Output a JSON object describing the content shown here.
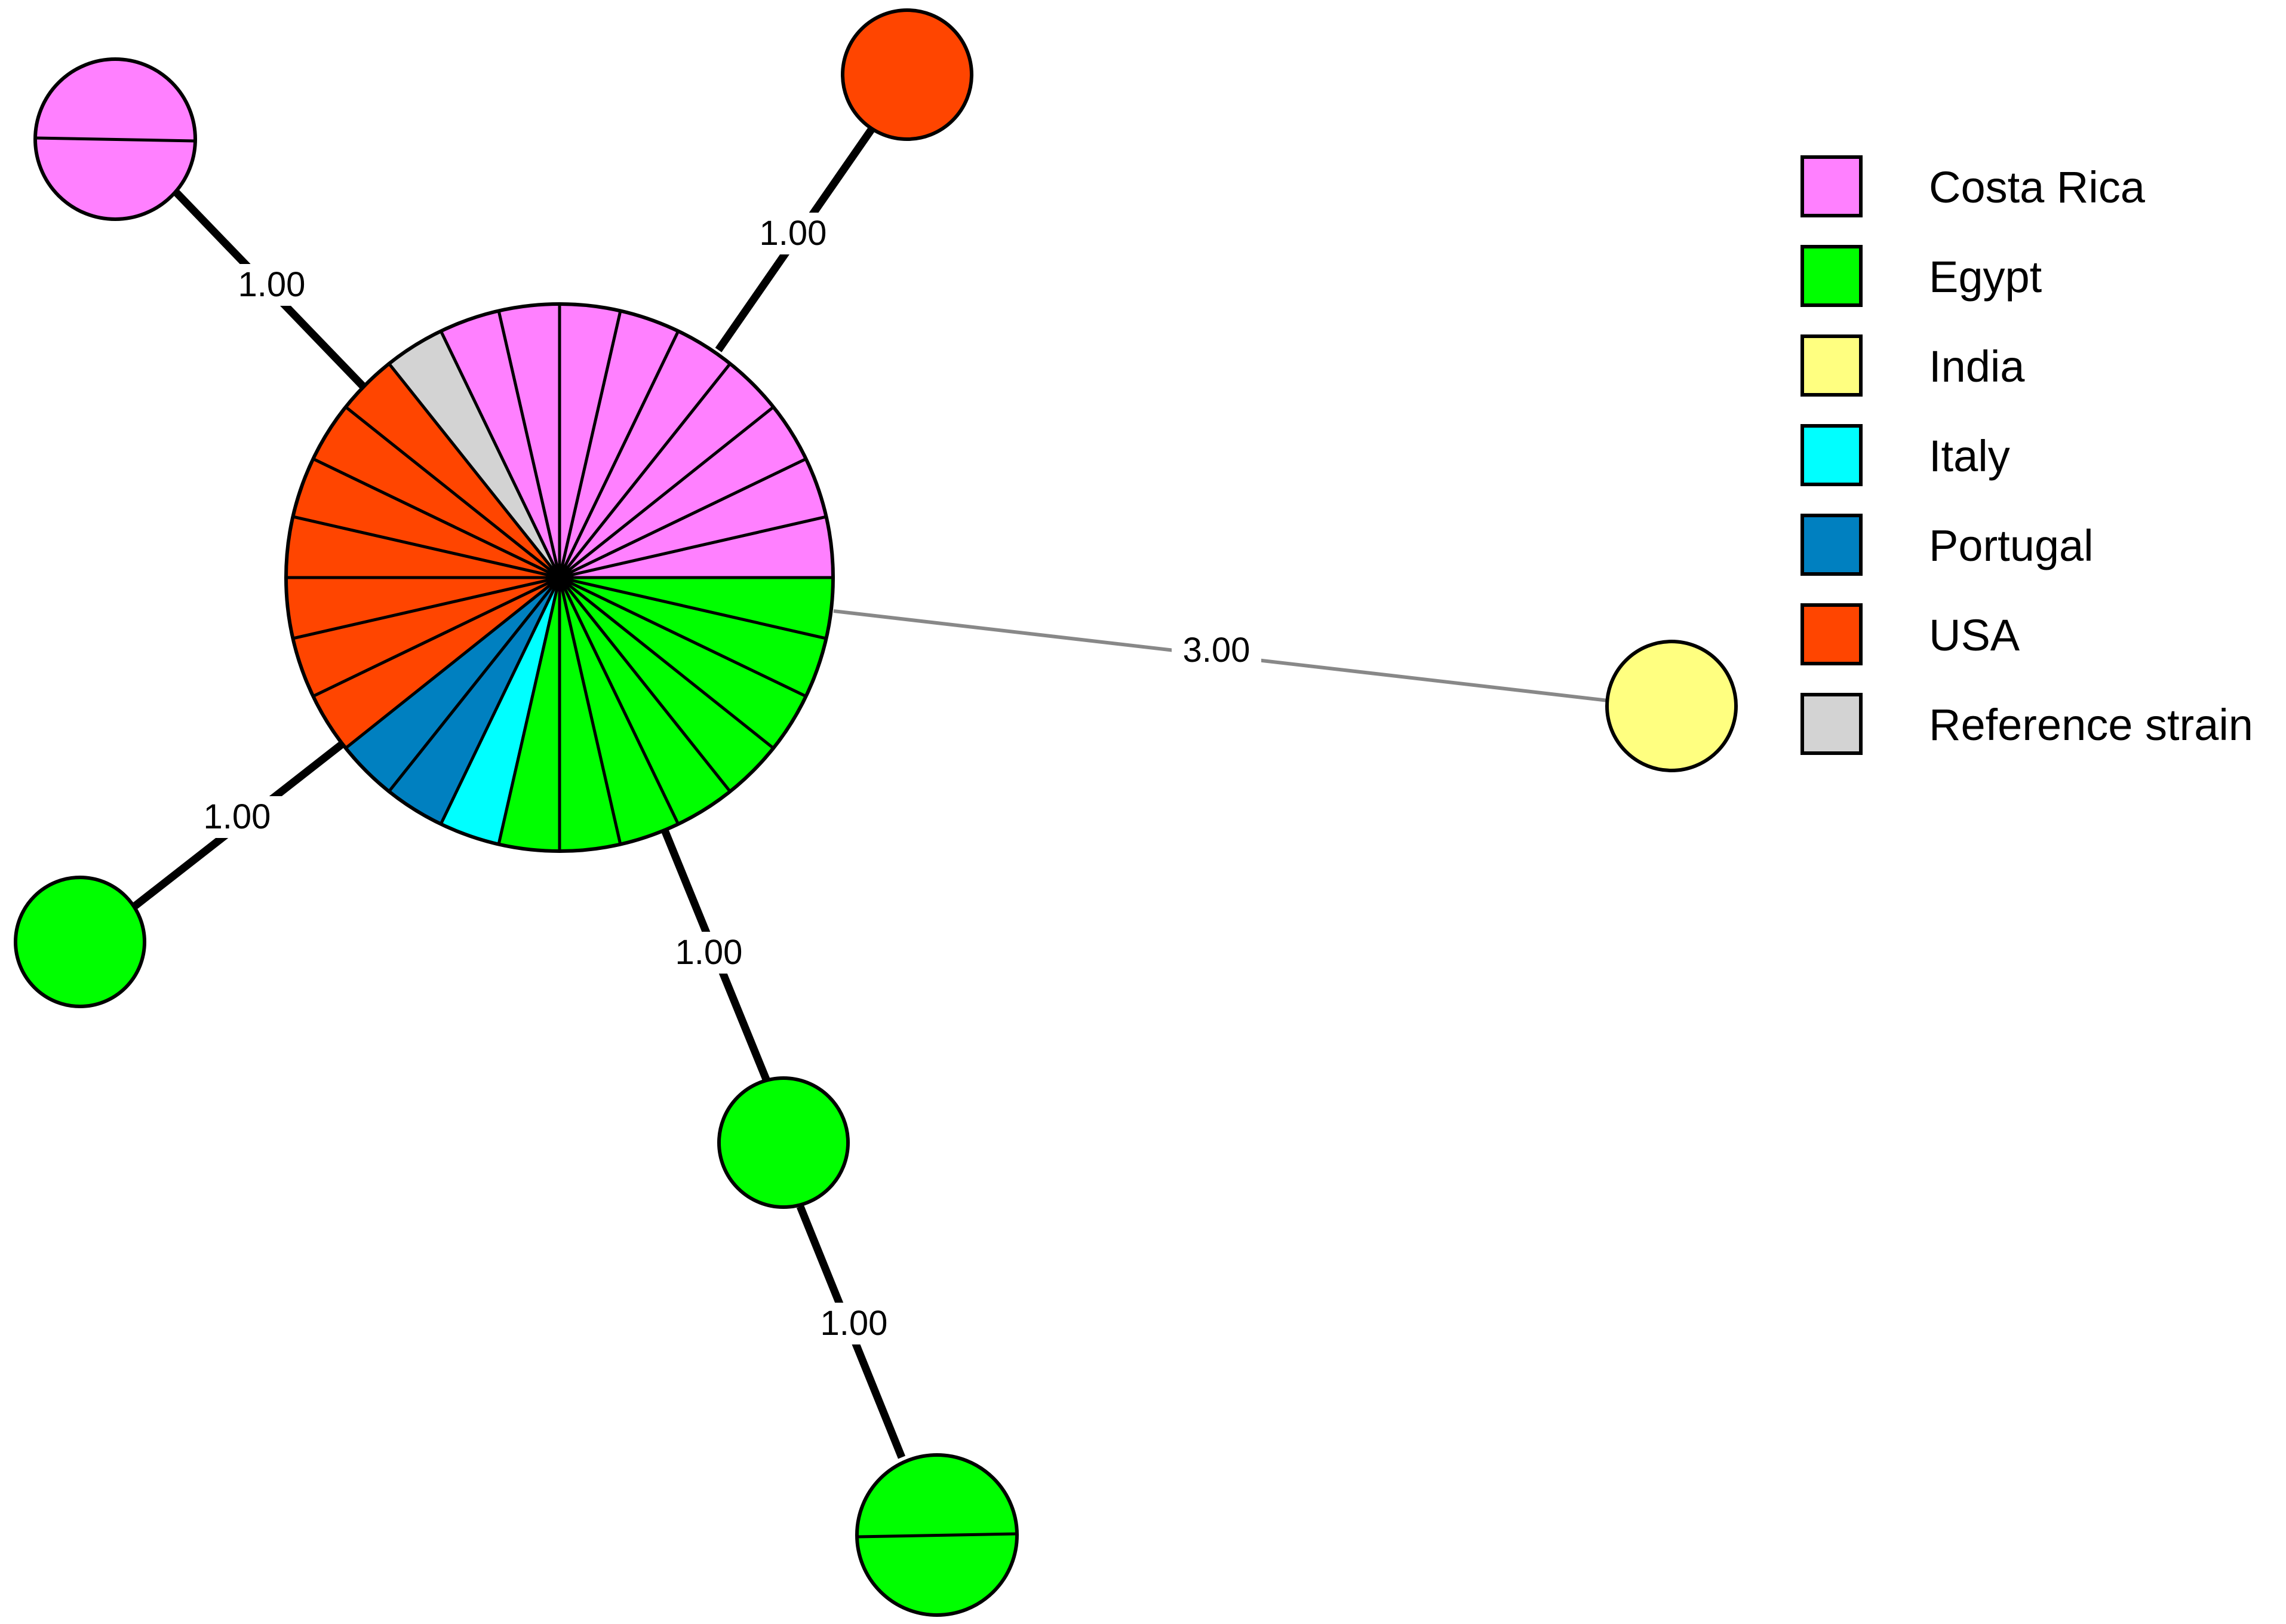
{
  "legend": [
    {
      "label": "Costa Rica",
      "color": "#ff80ff"
    },
    {
      "label": "Egypt",
      "color": "#00ff00"
    },
    {
      "label": "India",
      "color": "#ffff80"
    },
    {
      "label": "Italy",
      "color": "#00ffff"
    },
    {
      "label": "Portugal",
      "color": "#0080c0"
    },
    {
      "label": "USA",
      "color": "#ff4500"
    },
    {
      "label": "Reference strain",
      "color": "#d3d3d3"
    }
  ],
  "edges": [
    {
      "from": "central",
      "to": "costa-rica-left",
      "label": "1.00"
    },
    {
      "from": "central",
      "to": "usa-top",
      "label": "1.00"
    },
    {
      "from": "central",
      "to": "egypt-left",
      "label": "1.00"
    },
    {
      "from": "central",
      "to": "egypt-mid",
      "label": "1.00"
    },
    {
      "from": "egypt-mid",
      "to": "egypt-bottom",
      "label": "1.00"
    },
    {
      "from": "central",
      "to": "india",
      "label": "3.00"
    }
  ],
  "central_node_slices": [
    {
      "country": "Costa Rica",
      "count": 9
    },
    {
      "country": "Reference strain",
      "count": 1
    },
    {
      "country": "USA",
      "count": 7
    },
    {
      "country": "Portugal",
      "count": 2
    },
    {
      "country": "Italy",
      "count": 1
    },
    {
      "country": "Egypt",
      "count": 8
    }
  ]
}
